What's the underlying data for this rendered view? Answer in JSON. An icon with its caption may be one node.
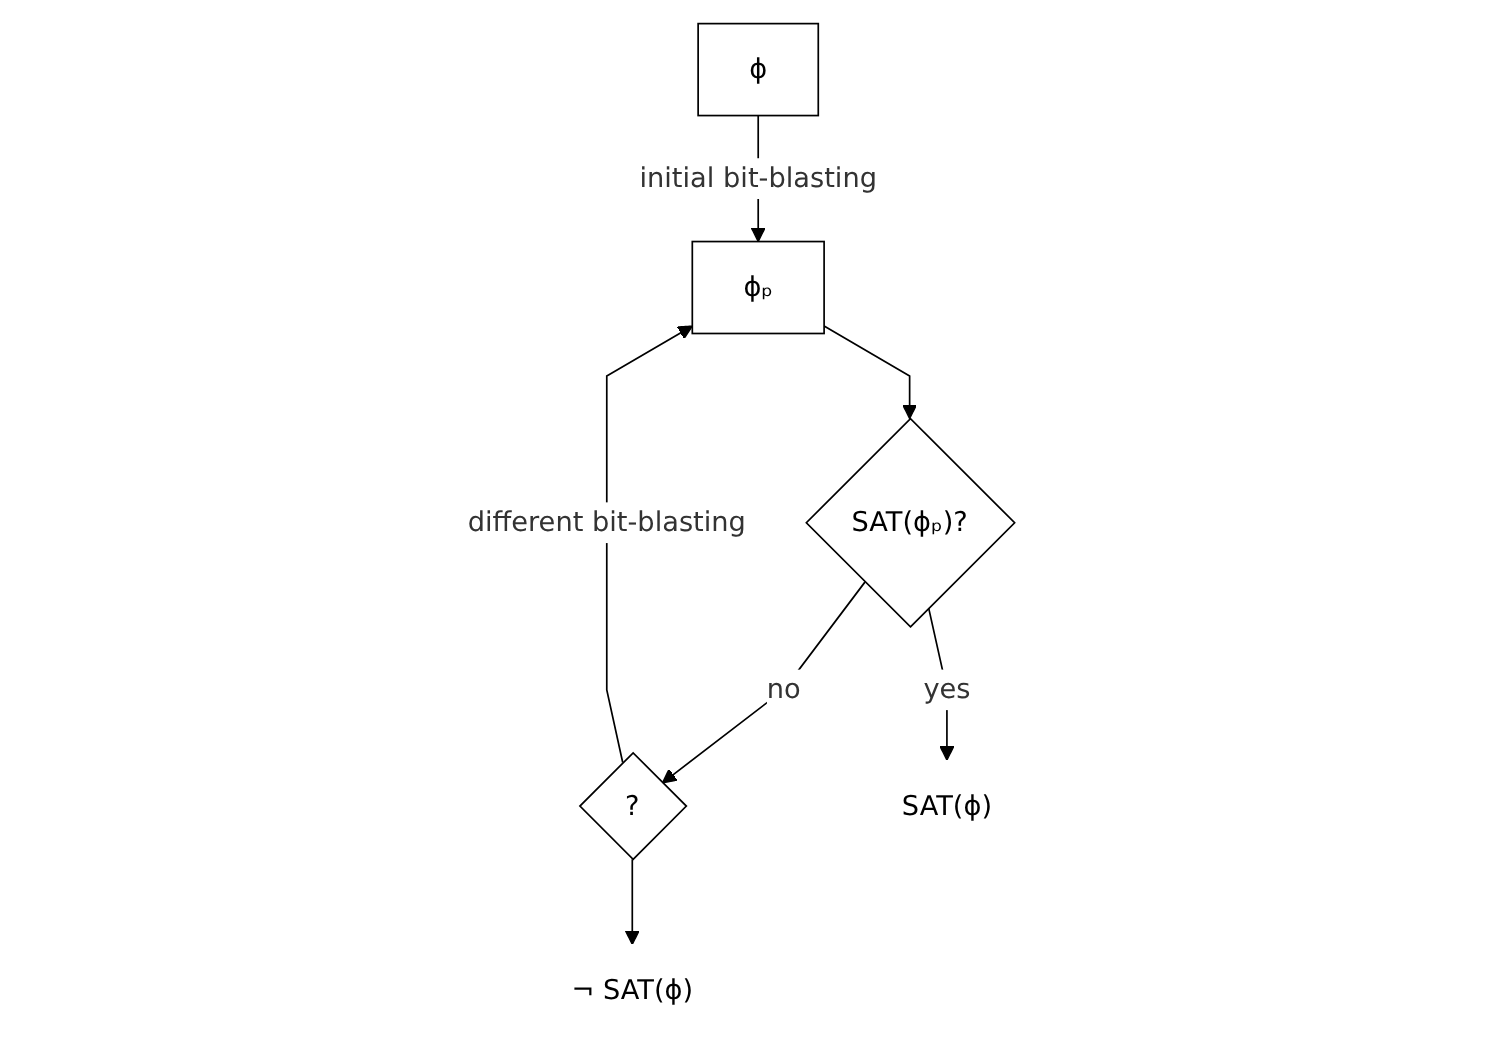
{
  "diagram": {
    "nodes": [
      {
        "text": [
          "ϕ"
        ]
      },
      {
        "text": [
          "ϕₚ"
        ]
      },
      {
        "text": [
          "SAT(ϕₚ)?"
        ]
      },
      {
        "text": [
          "?"
        ]
      },
      {
        "text": [
          "SAT(ϕ)"
        ]
      },
      {
        "text": [
          "¬ SAT(ϕ)"
        ]
      }
    ],
    "edges": [
      {
        "from": 0,
        "to": 1,
        "arrow": "to",
        "label": "initial bit-blasting"
      },
      {
        "from": 1,
        "to": 2,
        "arrow": "to"
      },
      {
        "from": 2,
        "to": 3,
        "arrow": "to",
        "label": "no"
      },
      {
        "from": 3,
        "to": 1,
        "arrow": "to",
        "label": "different bit-blasting"
      },
      {
        "from": 2,
        "to": 4,
        "arrow": "to",
        "label": "yes"
      },
      {
        "from": 3,
        "to": 5,
        "arrow": "to"
      }
    ]
  }
}
